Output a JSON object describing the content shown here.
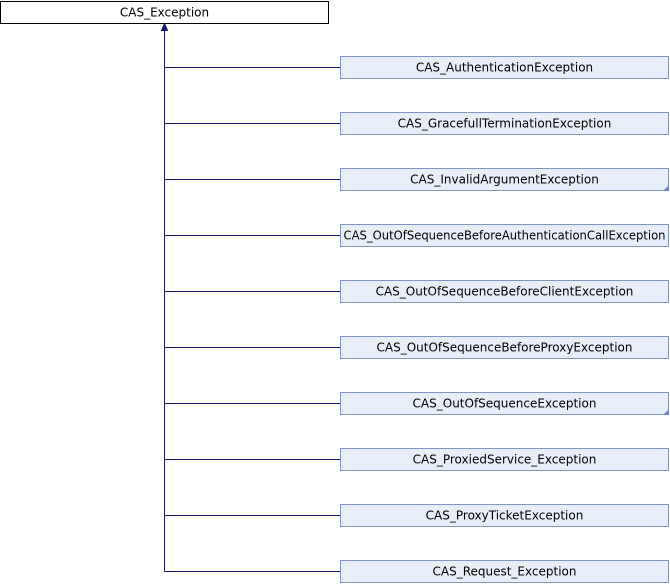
{
  "diagram": {
    "base_class": {
      "name": "CAS_Exception"
    },
    "derived_classes": [
      {
        "name": "CAS_AuthenticationException",
        "has_more": false
      },
      {
        "name": "CAS_GracefullTerminationException",
        "has_more": false
      },
      {
        "name": "CAS_InvalidArgumentException",
        "has_more": true
      },
      {
        "name": "CAS_OutOfSequenceBeforeAuthenticationCallException",
        "has_more": false
      },
      {
        "name": "CAS_OutOfSequenceBeforeClientException",
        "has_more": false
      },
      {
        "name": "CAS_OutOfSequenceBeforeProxyException",
        "has_more": false
      },
      {
        "name": "CAS_OutOfSequenceException",
        "has_more": true
      },
      {
        "name": "CAS_ProxiedService_Exception",
        "has_more": false
      },
      {
        "name": "CAS_ProxyTicketException",
        "has_more": false
      },
      {
        "name": "CAS_Request_Exception",
        "has_more": false
      }
    ],
    "colors": {
      "edge": "#191970",
      "base_fill": "#ffffff",
      "base_border": "#000000",
      "derived_fill": "#e8eef7",
      "derived_border": "#8096c2",
      "more_marker": "#6a86c8",
      "text": "#000000"
    }
  }
}
